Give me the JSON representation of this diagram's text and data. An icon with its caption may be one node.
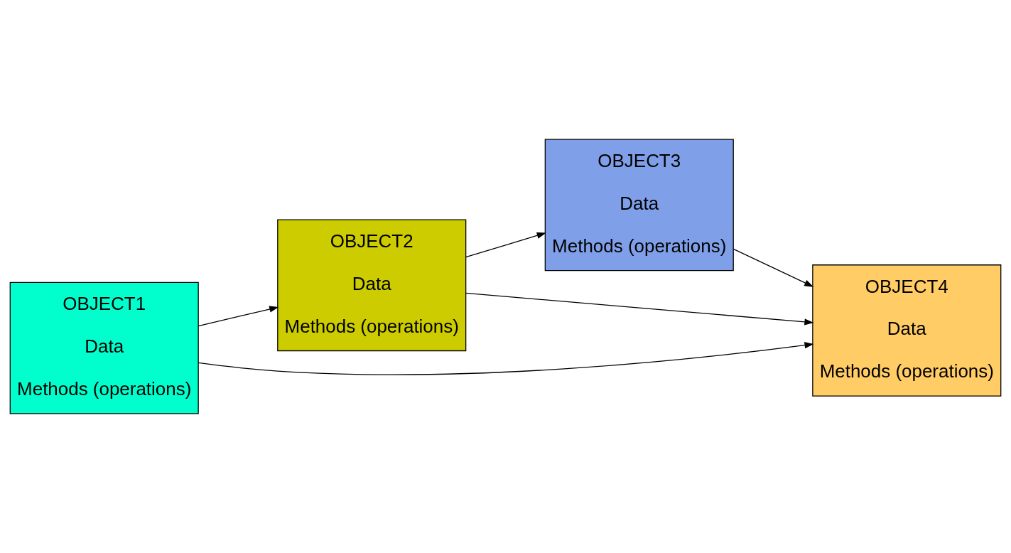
{
  "diagram": {
    "nodes": [
      {
        "text": [
          "OBJECT1",
          "Data",
          "Methods (operations)"
        ]
      },
      {
        "text": [
          "OBJECT2",
          "Data",
          "Methods (operations)"
        ]
      },
      {
        "text": [
          "OBJECT3",
          "Data",
          "Methods (operations)"
        ]
      },
      {
        "text": [
          "OBJECT4",
          "Data",
          "Methods (operations)"
        ]
      }
    ],
    "edges": [
      {
        "from": 0,
        "to": 1,
        "arrow": "to"
      },
      {
        "from": 0,
        "to": 3,
        "arrow": "to"
      },
      {
        "from": 1,
        "to": 2,
        "arrow": "to"
      },
      {
        "from": 1,
        "to": 3,
        "arrow": "to"
      },
      {
        "from": 2,
        "to": 3,
        "arrow": "to"
      }
    ]
  }
}
